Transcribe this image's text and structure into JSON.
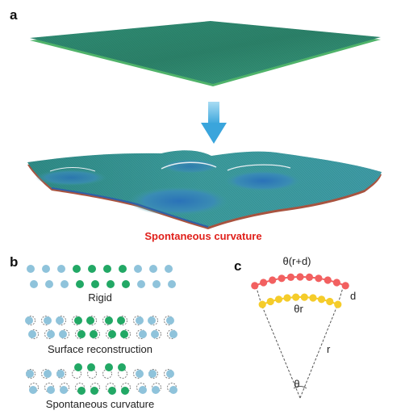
{
  "panels": {
    "a": {
      "letter": "a",
      "caption": "Spontaneous curvature"
    },
    "b": {
      "letter": "b",
      "rows": [
        {
          "caption": "Rigid"
        },
        {
          "caption": "Surface reconstruction"
        },
        {
          "caption": "Spontaneous curvature"
        }
      ]
    },
    "c": {
      "letter": "c",
      "labels": {
        "outer_arc": "θ(r+d)",
        "inner_arc": "θr",
        "thickness": "d",
        "radius": "r",
        "angle": "θ"
      }
    }
  },
  "colors": {
    "sheet_green": "#2e8a6e",
    "arrow_blue": "#4fb3e3",
    "atom_blue": "#8fc3db",
    "atom_green": "#22a865",
    "outer_atom": "#f26060",
    "inner_atom": "#f5cc2a",
    "caption_red": "#e0201b"
  }
}
